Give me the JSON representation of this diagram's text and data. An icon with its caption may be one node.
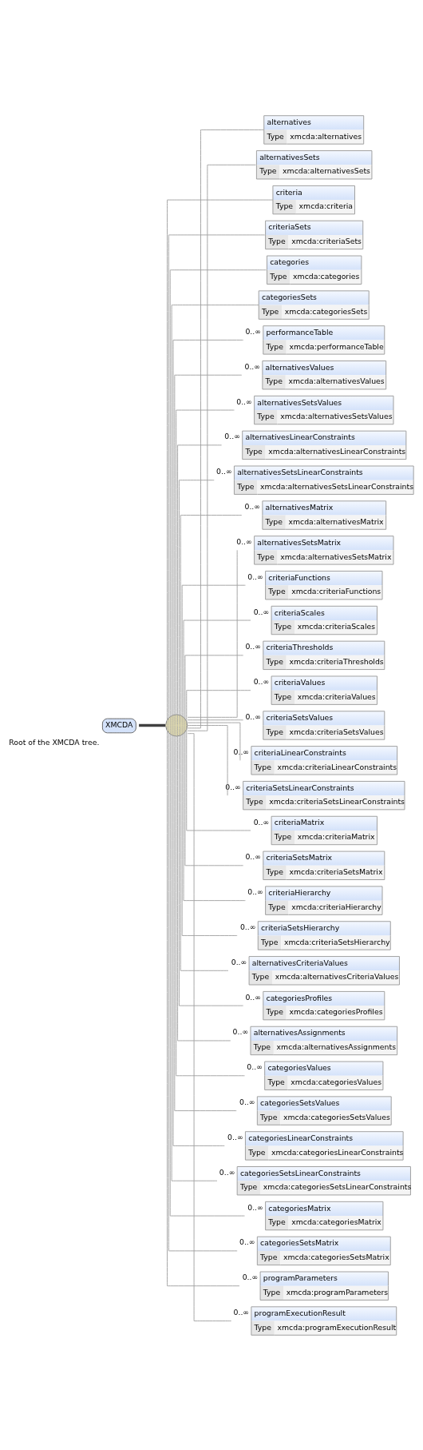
{
  "diagram": {
    "nodes": [
      {
        "text": [
          "XMCDA"
        ],
        "beside": [
          "Root of the XMCDA tree."
        ]
      },
      {
        "text": [],
        "shape": "circle"
      },
      {
        "text": [
          "alternatives",
          "Type",
          "xmcda:alternatives"
        ]
      },
      {
        "text": [
          "alternativesSets",
          "Type",
          "xmcda:alternativesSets"
        ]
      },
      {
        "text": [
          "criteria",
          "Type",
          "xmcda:criteria"
        ]
      },
      {
        "text": [
          "criteriaSets",
          "Type",
          "xmcda:criteriaSets"
        ]
      },
      {
        "text": [
          "categories",
          "Type",
          "xmcda:categories"
        ]
      },
      {
        "text": [
          "categoriesSets",
          "Type",
          "xmcda:categoriesSets"
        ]
      },
      {
        "text": [
          "performanceTable",
          "Type",
          "xmcda:performanceTable"
        ],
        "beside": [
          "0..∞"
        ]
      },
      {
        "text": [
          "alternativesValues",
          "Type",
          "xmcda:alternativesValues"
        ],
        "beside": [
          "0..∞"
        ]
      },
      {
        "text": [
          "alternativesSetsValues",
          "Type",
          "xmcda:alternativesSetsValues"
        ],
        "beside": [
          "0..∞"
        ]
      },
      {
        "text": [
          "alternativesLinearConstraints",
          "Type",
          "xmcda:alternativesLinearConstraints"
        ],
        "beside": [
          "0..∞"
        ]
      },
      {
        "text": [
          "alternativesSetsLinearConstraints",
          "Type",
          "xmcda:alternativesSetsLinearConstraints"
        ],
        "beside": [
          "0..∞"
        ]
      },
      {
        "text": [
          "alternativesMatrix",
          "Type",
          "xmcda:alternativesMatrix"
        ],
        "beside": [
          "0..∞"
        ]
      },
      {
        "text": [
          "alternativesSetsMatrix",
          "Type",
          "xmcda:alternativesSetsMatrix"
        ],
        "beside": [
          "0..∞"
        ]
      },
      {
        "text": [
          "criteriaFunctions",
          "Type",
          "xmcda:criteriaFunctions"
        ],
        "beside": [
          "0..∞"
        ]
      },
      {
        "text": [
          "criteriaScales",
          "Type",
          "xmcda:criteriaScales"
        ],
        "beside": [
          "0..∞"
        ]
      },
      {
        "text": [
          "criteriaThresholds",
          "Type",
          "xmcda:criteriaThresholds"
        ],
        "beside": [
          "0..∞"
        ]
      },
      {
        "text": [
          "criteriaValues",
          "Type",
          "xmcda:criteriaValues"
        ],
        "beside": [
          "0..∞"
        ]
      },
      {
        "text": [
          "criteriaSetsValues",
          "Type",
          "xmcda:criteriaSetsValues"
        ],
        "beside": [
          "0..∞"
        ]
      },
      {
        "text": [
          "criteriaLinearConstraints",
          "Type",
          "xmcda:criteriaLinearConstraints"
        ],
        "beside": [
          "0..∞"
        ]
      },
      {
        "text": [
          "criteriaSetsLinearConstraints",
          "Type",
          "xmcda:criteriaSetsLinearConstraints"
        ],
        "beside": [
          "0..∞"
        ]
      },
      {
        "text": [
          "criteriaMatrix",
          "Type",
          "xmcda:criteriaMatrix"
        ],
        "beside": [
          "0..∞"
        ]
      },
      {
        "text": [
          "criteriaSetsMatrix",
          "Type",
          "xmcda:criteriaSetsMatrix"
        ],
        "beside": [
          "0..∞"
        ]
      },
      {
        "text": [
          "criteriaHierarchy",
          "Type",
          "xmcda:criteriaHierarchy"
        ],
        "beside": [
          "0..∞"
        ]
      },
      {
        "text": [
          "criteriaSetsHierarchy",
          "Type",
          "xmcda:criteriaSetsHierarchy"
        ],
        "beside": [
          "0..∞"
        ]
      },
      {
        "text": [
          "alternativesCriteriaValues",
          "Type",
          "xmcda:alternativesCriteriaValues"
        ],
        "beside": [
          "0..∞"
        ]
      },
      {
        "text": [
          "categoriesProfiles",
          "Type",
          "xmcda:categoriesProfiles"
        ],
        "beside": [
          "0..∞"
        ]
      },
      {
        "text": [
          "alternativesAssignments",
          "Type",
          "xmcda:alternativesAssignments"
        ],
        "beside": [
          "0..∞"
        ]
      },
      {
        "text": [
          "categoriesValues",
          "Type",
          "xmcda:categoriesValues"
        ],
        "beside": [
          "0..∞"
        ]
      },
      {
        "text": [
          "categoriesSetsValues",
          "Type",
          "xmcda:categoriesSetsValues"
        ],
        "beside": [
          "0..∞"
        ]
      },
      {
        "text": [
          "categoriesLinearConstraints",
          "Type",
          "xmcda:categoriesLinearConstraints"
        ],
        "beside": [
          "0..∞"
        ]
      },
      {
        "text": [
          "categoriesSetsLinearConstraints",
          "Type",
          "xmcda:categoriesSetsLinearConstraints"
        ],
        "beside": [
          "0..∞"
        ]
      },
      {
        "text": [
          "categoriesMatrix",
          "Type",
          "xmcda:categoriesMatrix"
        ],
        "beside": [
          "0..∞"
        ]
      },
      {
        "text": [
          "categoriesSetsMatrix",
          "Type",
          "xmcda:categoriesSetsMatrix"
        ],
        "beside": [
          "0..∞"
        ]
      },
      {
        "text": [
          "programParameters",
          "Type",
          "xmcda:programParameters"
        ],
        "beside": [
          "0..∞"
        ]
      },
      {
        "text": [
          "programExecutionResult",
          "Type",
          "xmcda:programExecutionResult"
        ],
        "beside": [
          "0..∞"
        ]
      }
    ],
    "edges": [
      {
        "from": 0,
        "to": 1,
        "arrow": "none",
        "style": "thick",
        "color": "#404040"
      },
      {
        "from": 1,
        "to": 2,
        "arrow": "none"
      },
      {
        "from": 1,
        "to": 3,
        "arrow": "none"
      },
      {
        "from": 1,
        "to": 4,
        "arrow": "none"
      },
      {
        "from": 1,
        "to": 5,
        "arrow": "none"
      },
      {
        "from": 1,
        "to": 6,
        "arrow": "none"
      },
      {
        "from": 1,
        "to": 7,
        "arrow": "none"
      },
      {
        "from": 1,
        "to": 8,
        "arrow": "none"
      },
      {
        "from": 1,
        "to": 9,
        "arrow": "none"
      },
      {
        "from": 1,
        "to": 10,
        "arrow": "none"
      },
      {
        "from": 1,
        "to": 11,
        "arrow": "none"
      },
      {
        "from": 1,
        "to": 12,
        "arrow": "none"
      },
      {
        "from": 1,
        "to": 13,
        "arrow": "none"
      },
      {
        "from": 1,
        "to": 14,
        "arrow": "none"
      },
      {
        "from": 1,
        "to": 15,
        "arrow": "none"
      },
      {
        "from": 1,
        "to": 16,
        "arrow": "none"
      },
      {
        "from": 1,
        "to": 17,
        "arrow": "none"
      },
      {
        "from": 1,
        "to": 18,
        "arrow": "none"
      },
      {
        "from": 1,
        "to": 19,
        "arrow": "none"
      },
      {
        "from": 1,
        "to": 20,
        "arrow": "none"
      },
      {
        "from": 1,
        "to": 21,
        "arrow": "none"
      },
      {
        "from": 1,
        "to": 22,
        "arrow": "none"
      },
      {
        "from": 1,
        "to": 23,
        "arrow": "none"
      },
      {
        "from": 1,
        "to": 24,
        "arrow": "none"
      },
      {
        "from": 1,
        "to": 25,
        "arrow": "none"
      },
      {
        "from": 1,
        "to": 26,
        "arrow": "none"
      },
      {
        "from": 1,
        "to": 27,
        "arrow": "none"
      },
      {
        "from": 1,
        "to": 28,
        "arrow": "none"
      },
      {
        "from": 1,
        "to": 29,
        "arrow": "none"
      },
      {
        "from": 1,
        "to": 30,
        "arrow": "none"
      },
      {
        "from": 1,
        "to": 31,
        "arrow": "none"
      },
      {
        "from": 1,
        "to": 32,
        "arrow": "none"
      },
      {
        "from": 1,
        "to": 33,
        "arrow": "none"
      },
      {
        "from": 1,
        "to": 34,
        "arrow": "none"
      },
      {
        "from": 1,
        "to": 35,
        "arrow": "none"
      },
      {
        "from": 1,
        "to": 36,
        "arrow": "none"
      }
    ]
  }
}
